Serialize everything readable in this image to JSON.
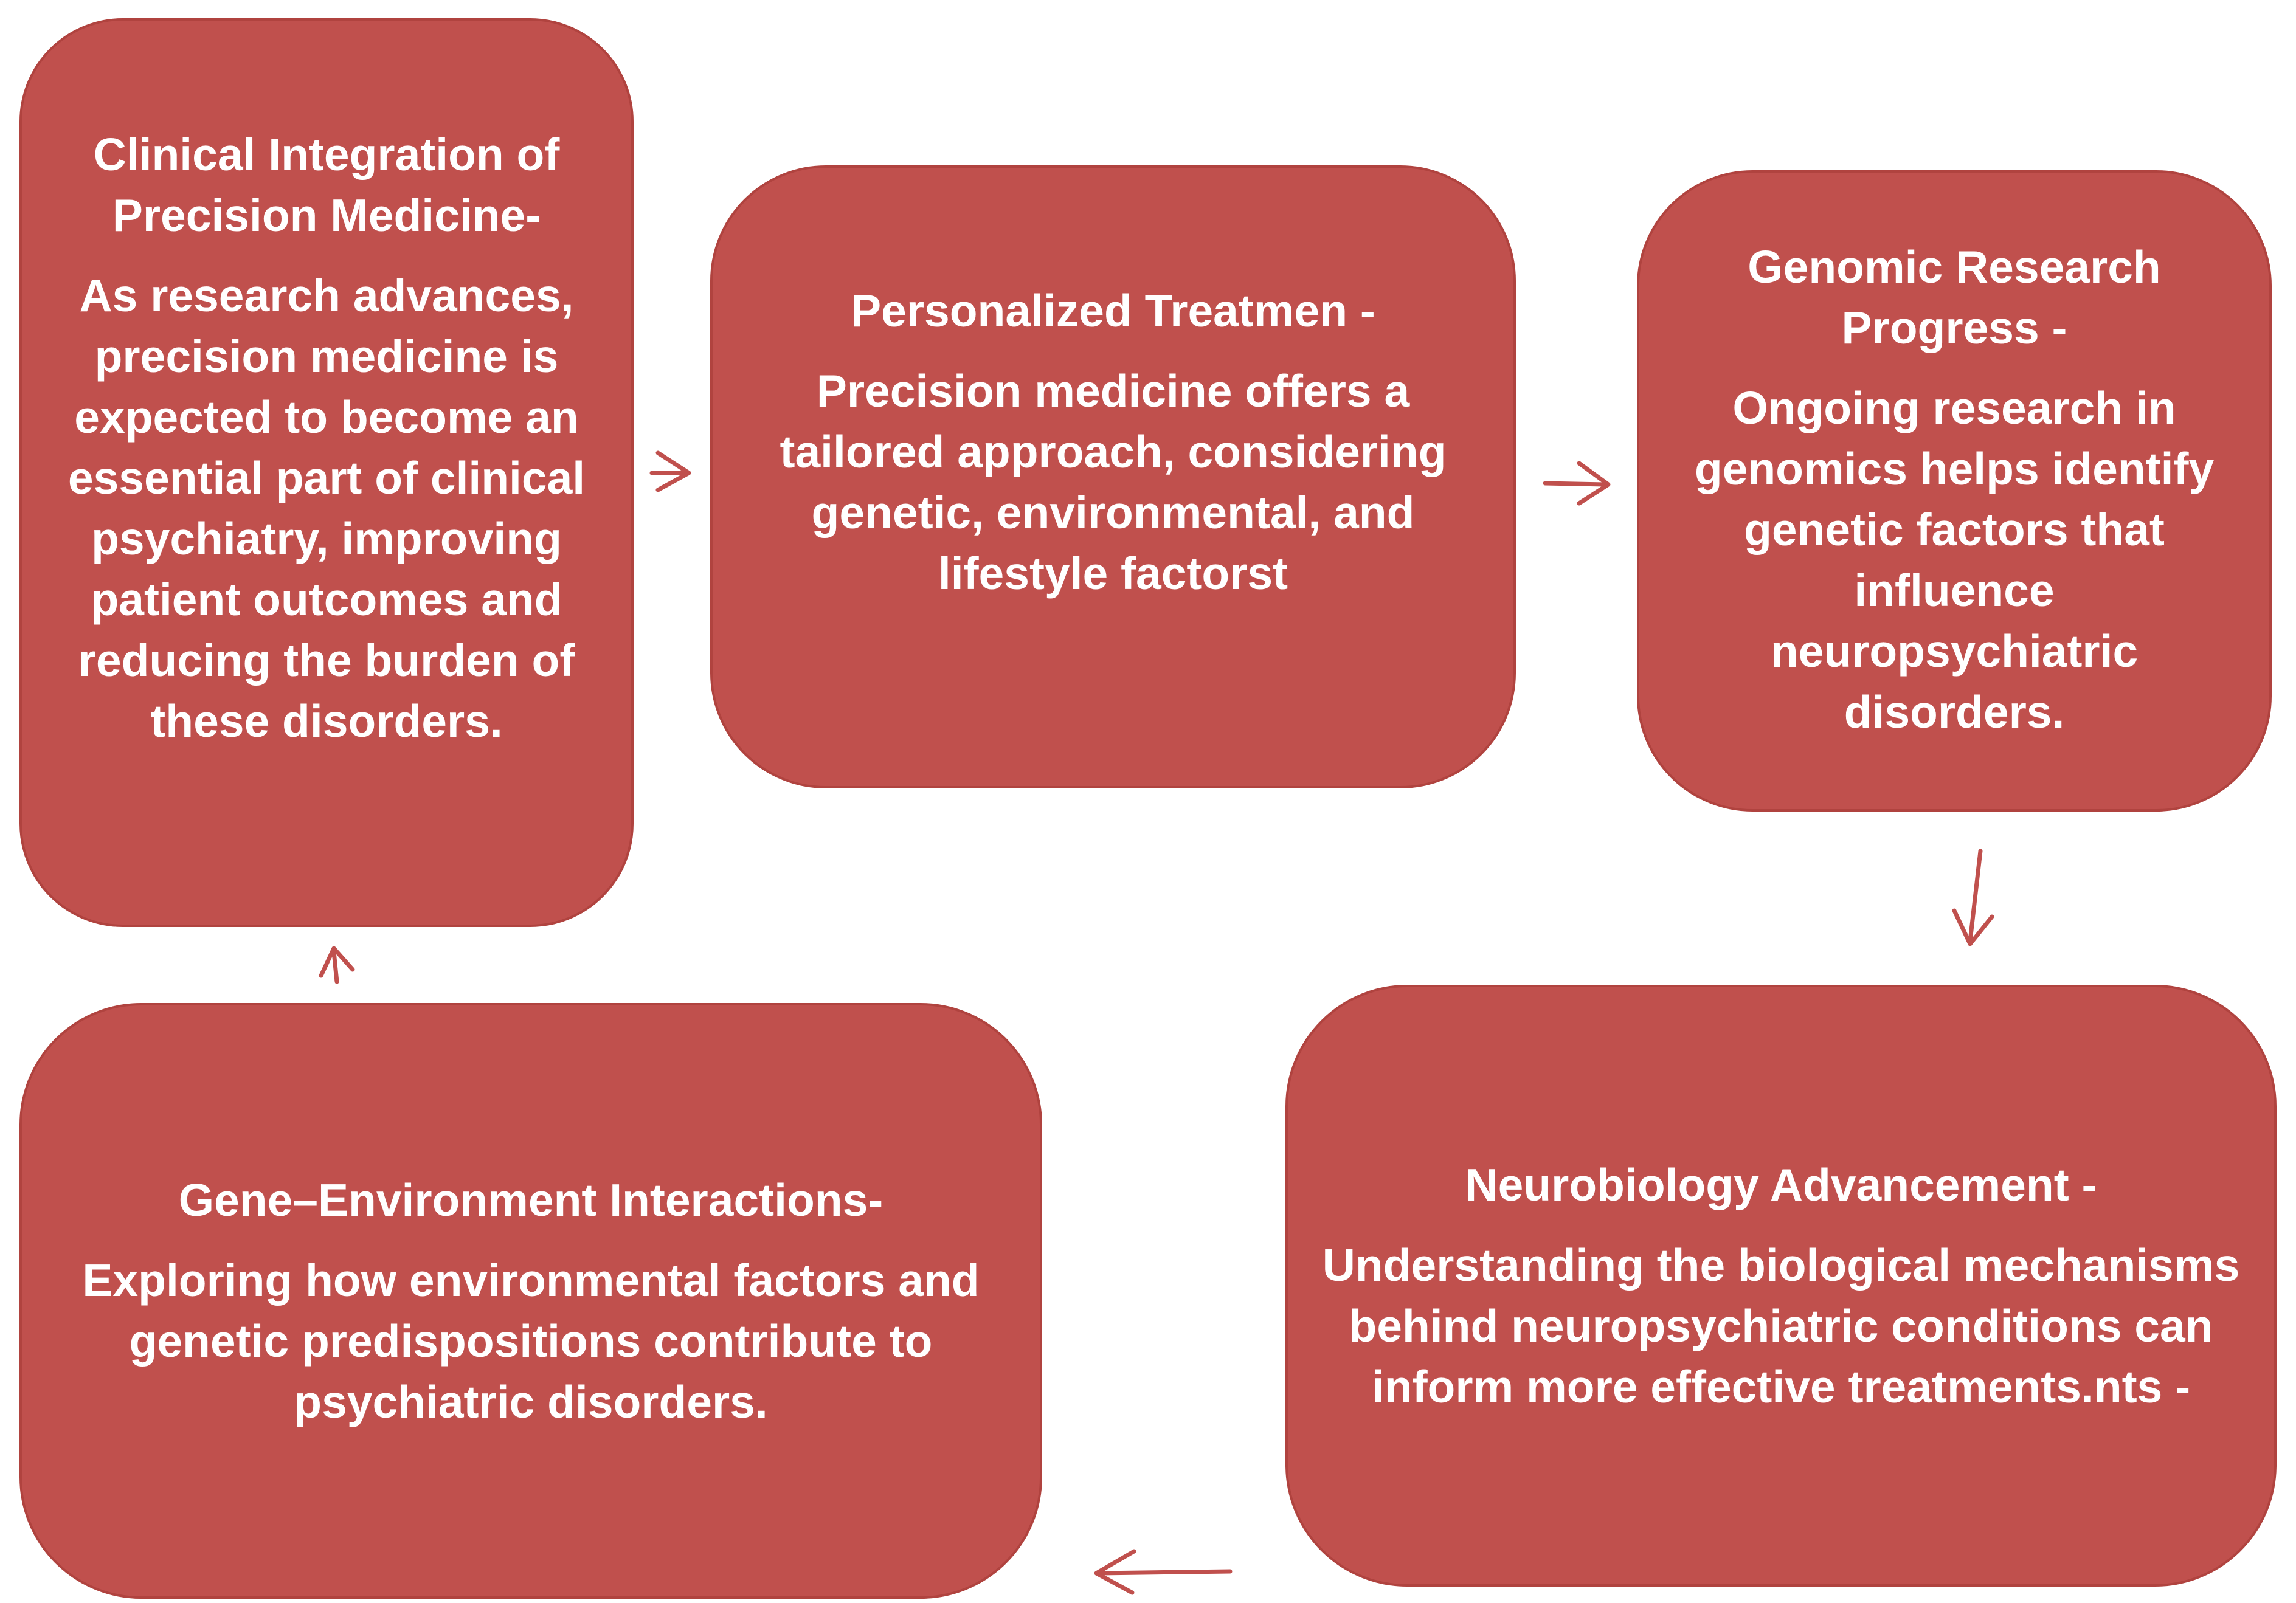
{
  "nodes": {
    "clinical": {
      "title": "Clinical Integration of Precision Medicine-",
      "body": "As research advances, precision medicine is expected to become an essential part of clinical psychiatry, improving patient outcomes and reducing the burden of these disorders."
    },
    "personalized": {
      "title": "Personalized Treatmen  -",
      "body": "Precision medicine offers a tailored approach, considering genetic, environmental, and lifestyle factorst"
    },
    "genomic": {
      "title": "Genomic Research Progress -",
      "body": "Ongoing research in genomics helps identify genetic factors that influence neuropsychiatric disorders."
    },
    "neuro": {
      "title": "Neurobiology Advancement -",
      "body": "Understanding the biological mechanisms behind neuropsychiatric conditions can inform more effective treatments.nts -"
    },
    "gene_env": {
      "title": "Gene–Environment Interactions-",
      "body": "Exploring how environmental factors and genetic predispositions contribute to psychiatric disorders."
    }
  },
  "colors": {
    "box_fill": "#c0504d",
    "box_text": "#ffffff",
    "arrow": "#c0504d"
  }
}
